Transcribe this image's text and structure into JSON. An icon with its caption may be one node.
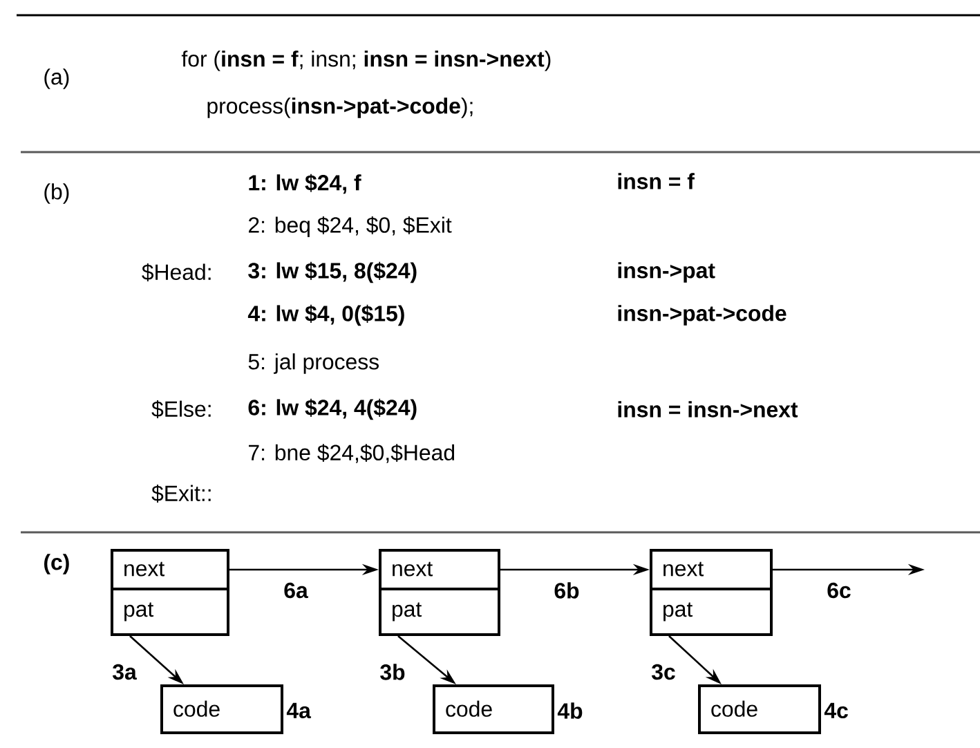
{
  "diagram": {
    "nodes": [
      {
        "text": [
          "next"
        ]
      },
      {
        "text": [
          "pat"
        ]
      },
      {
        "text": [
          "code"
        ],
        "beside": [
          "4a"
        ]
      },
      {
        "text": [
          "next"
        ]
      },
      {
        "text": [
          "pat"
        ]
      },
      {
        "text": [
          "code"
        ],
        "beside": [
          "4b"
        ]
      },
      {
        "text": [
          "next"
        ]
      },
      {
        "text": [
          "pat"
        ]
      },
      {
        "text": [
          "code"
        ],
        "beside": [
          "4c"
        ]
      }
    ],
    "edges": [
      {
        "from": 0,
        "to": 3,
        "arrow": "to",
        "label": "6a"
      },
      {
        "from": 3,
        "to": 6,
        "arrow": "to",
        "label": "6b"
      },
      {
        "from": 6,
        "to": null,
        "arrow": "to",
        "label": "6c"
      },
      {
        "from": 1,
        "to": 2,
        "arrow": "to",
        "label": "3a"
      },
      {
        "from": 4,
        "to": 5,
        "arrow": "to",
        "label": "3b"
      },
      {
        "from": 7,
        "to": 8,
        "arrow": "to",
        "label": "3c"
      }
    ],
    "labels": [
      "(a)",
      "for (**insn = f**; insn; **insn = insn->next**)",
      "process(**insn->pat->code**);",
      "(b)",
      "1: lw $24, f",
      "insn = f",
      "2: beq $24, $0, $Exit",
      "$Head:",
      "3: lw $15, 8($24)",
      "insn->pat",
      "4: lw $4, 0($15)",
      "insn->pat->code",
      "5: jal process",
      "$Else:",
      "6: lw $24, 4($24)",
      "insn = insn->next",
      "7: bne $24,$0,$Head",
      "$Exit::",
      "(c)"
    ]
  }
}
